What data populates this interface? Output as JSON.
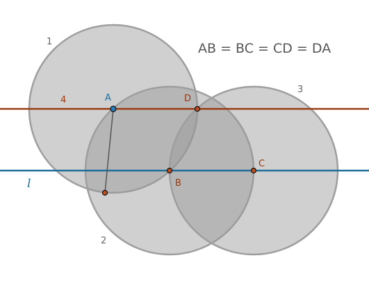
{
  "equation": "AB = BC = CD = DA",
  "circles": [
    {
      "label": "1"
    },
    {
      "label": "2"
    },
    {
      "label": "3"
    }
  ],
  "lines": {
    "l": "l",
    "four": "4"
  },
  "points": {
    "A": "A",
    "B": "B",
    "C": "C",
    "D": "D"
  },
  "colors": {
    "line_l": "#1f6e99",
    "line_4": "#9a3a10",
    "circle_fill": "#aaaaaa",
    "point_A": "#2a7ab8",
    "points_other": "#c0501e"
  }
}
